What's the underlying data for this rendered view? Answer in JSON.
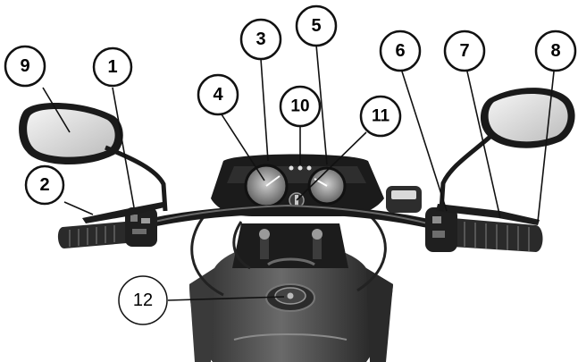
{
  "figure": {
    "background": "#ffffff",
    "ink": "#111111",
    "body_dark": "#1e1e1e",
    "body_mid": "#4a4a4a",
    "body_light": "#8c8c8c",
    "mirror_glass": "#e8e8e8"
  },
  "callouts": [
    {
      "id": "c1",
      "label": "1"
    },
    {
      "id": "c2",
      "label": "2"
    },
    {
      "id": "c3",
      "label": "3"
    },
    {
      "id": "c4",
      "label": "4"
    },
    {
      "id": "c5",
      "label": "5"
    },
    {
      "id": "c6",
      "label": "6"
    },
    {
      "id": "c7",
      "label": "7"
    },
    {
      "id": "c8",
      "label": "8"
    },
    {
      "id": "c9",
      "label": "9"
    },
    {
      "id": "c10",
      "label": "10"
    },
    {
      "id": "c11",
      "label": "11"
    },
    {
      "id": "c12",
      "label": "12"
    }
  ]
}
